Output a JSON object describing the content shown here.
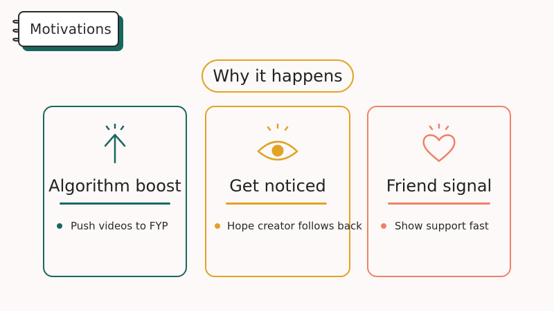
{
  "tag": {
    "label": "Motivations",
    "shadow_color": "#17675f"
  },
  "heading": {
    "text": "Why it happens",
    "color": "#e0a324"
  },
  "cards": [
    {
      "title": "Algorithm boost",
      "bullet": "Push videos to FYP",
      "icon": "arrow-up-icon",
      "color": "#17675f"
    },
    {
      "title": "Get noticed",
      "bullet": "Hope creator follows back",
      "icon": "eye-icon",
      "color": "#e0a324"
    },
    {
      "title": "Friend signal",
      "bullet": "Show support fast",
      "icon": "heart-icon",
      "color": "#ef8166"
    }
  ]
}
